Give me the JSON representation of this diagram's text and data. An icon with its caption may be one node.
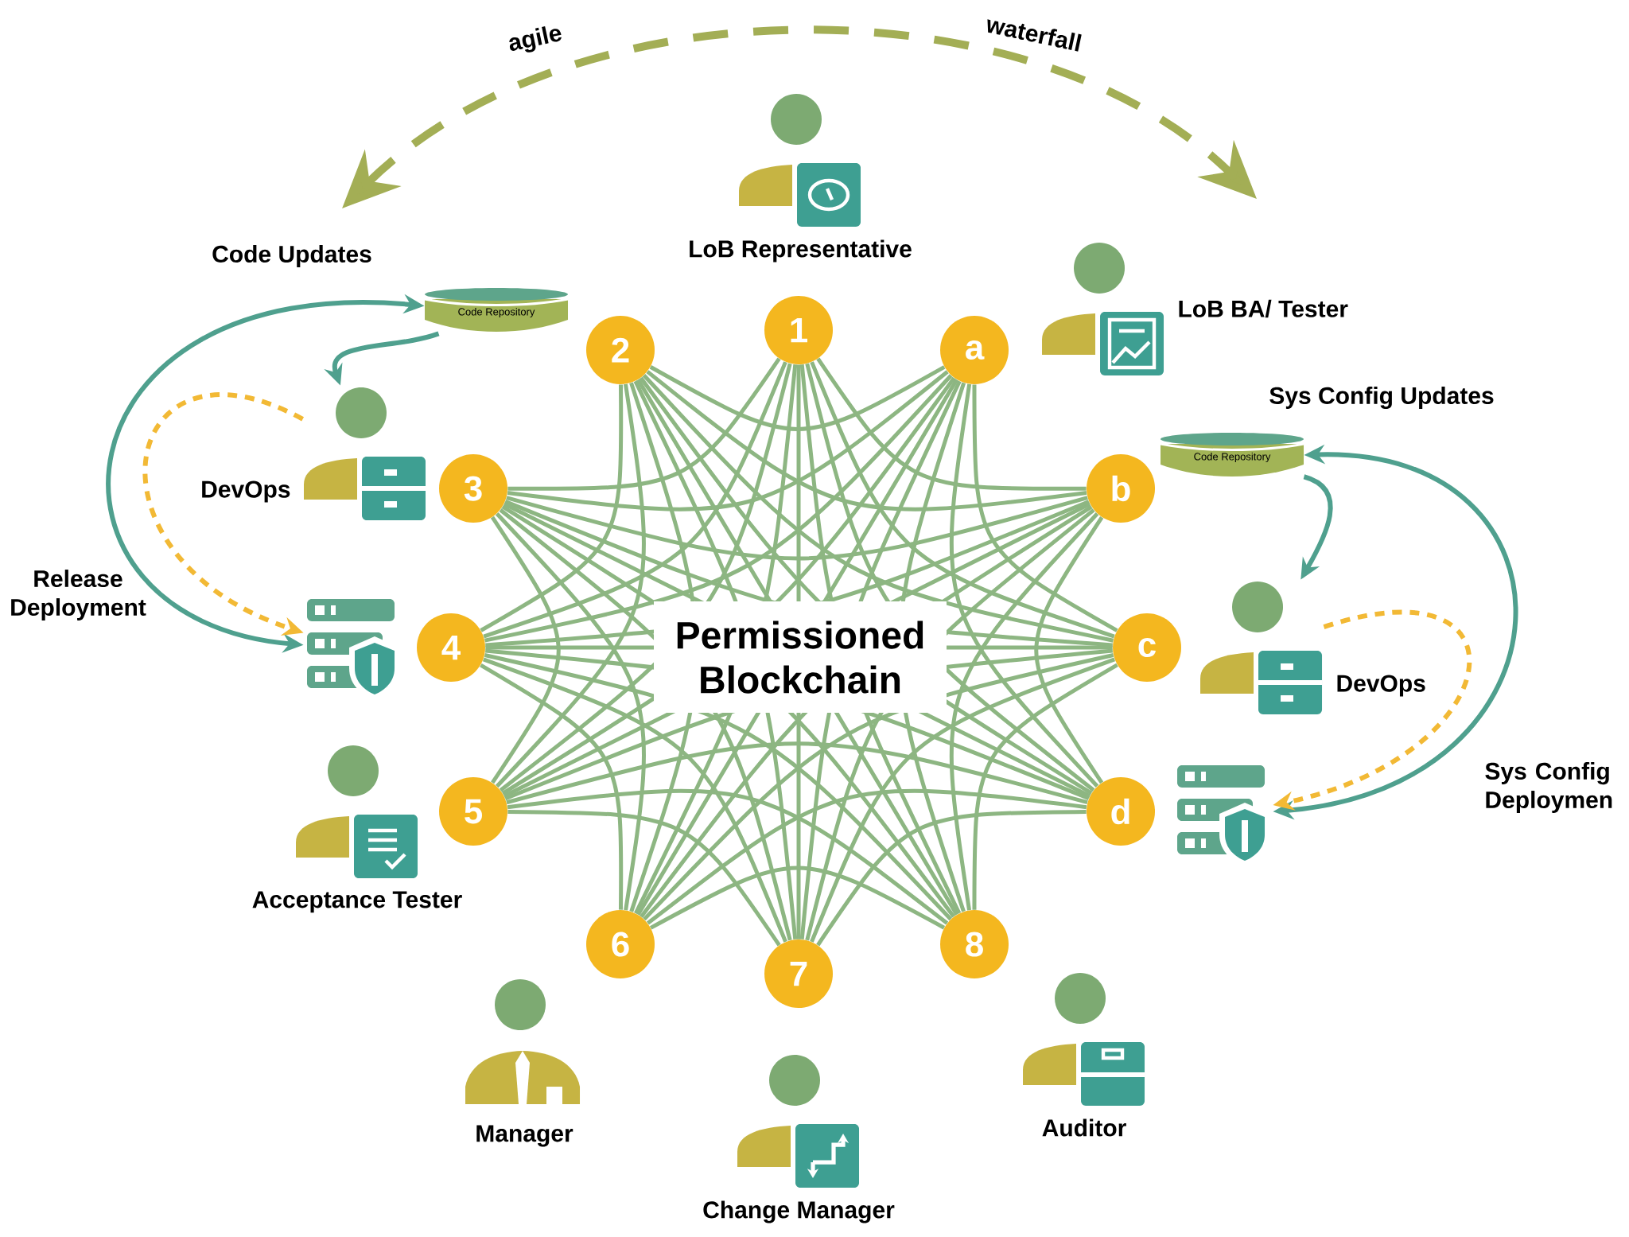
{
  "diagram": {
    "nodes": [
      {
        "text": [
          "LoB Representative"
        ]
      },
      {
        "text": [
          "LoB BA/ Tester"
        ]
      },
      {
        "text": [
          "Code Repository"
        ]
      },
      {
        "text": [
          "Code Repository"
        ]
      },
      {
        "text": [
          "DevOps"
        ]
      },
      {
        "text": [
          "DevOps"
        ]
      },
      {
        "text": [],
        "shape": "picture"
      },
      {
        "text": [],
        "shape": "picture"
      },
      {
        "text": [
          "Acceptance Tester"
        ]
      },
      {
        "text": [
          "Manager"
        ]
      },
      {
        "text": [
          "Change Manager"
        ]
      },
      {
        "text": [
          "Auditor"
        ]
      },
      {
        "text": [
          "1"
        ]
      },
      {
        "text": [
          "2"
        ]
      },
      {
        "text": [
          "a"
        ]
      },
      {
        "text": [
          "3"
        ]
      },
      {
        "text": [
          "b"
        ]
      },
      {
        "text": [
          "4"
        ]
      },
      {
        "text": [
          "c"
        ]
      },
      {
        "text": [
          "5"
        ]
      },
      {
        "text": [
          "d"
        ]
      },
      {
        "text": [
          "6"
        ]
      },
      {
        "text": [
          "7"
        ]
      },
      {
        "text": [
          "8"
        ]
      }
    ],
    "edges": [
      {
        "from": 6,
        "to": 2,
        "arrow": "both"
      },
      {
        "from": 2,
        "to": 4,
        "arrow": "to"
      },
      {
        "from": 4,
        "to": 6,
        "arrow": "to",
        "style": "dashed",
        "color": "#f2b935"
      },
      {
        "from": 3,
        "to": 7,
        "arrow": "both"
      },
      {
        "from": 3,
        "to": 5,
        "arrow": "to"
      },
      {
        "from": 5,
        "to": 7,
        "arrow": "to",
        "style": "dashed",
        "color": "#f2b935"
      },
      {
        "from": 12,
        "to": 16,
        "arrow": "none"
      },
      {
        "from": 12,
        "to": 18,
        "arrow": "none"
      },
      {
        "from": 12,
        "to": 20,
        "arrow": "none"
      },
      {
        "from": 12,
        "to": 23,
        "arrow": "none"
      },
      {
        "from": 12,
        "to": 22,
        "arrow": "none"
      },
      {
        "from": 12,
        "to": 21,
        "arrow": "none"
      },
      {
        "from": 12,
        "to": 19,
        "arrow": "none"
      },
      {
        "from": 12,
        "to": 17,
        "arrow": "none"
      },
      {
        "from": 12,
        "to": 15,
        "arrow": "none"
      },
      {
        "from": 14,
        "to": 18,
        "arrow": "none"
      },
      {
        "from": 14,
        "to": 20,
        "arrow": "none"
      },
      {
        "from": 14,
        "to": 23,
        "arrow": "none"
      },
      {
        "from": 14,
        "to": 22,
        "arrow": "none"
      },
      {
        "from": 14,
        "to": 21,
        "arrow": "none"
      },
      {
        "from": 14,
        "to": 19,
        "arrow": "none"
      },
      {
        "from": 14,
        "to": 17,
        "arrow": "none"
      },
      {
        "from": 14,
        "to": 15,
        "arrow": "none"
      },
      {
        "from": 14,
        "to": 13,
        "arrow": "none"
      },
      {
        "from": 16,
        "to": 20,
        "arrow": "none"
      },
      {
        "from": 16,
        "to": 23,
        "arrow": "none"
      },
      {
        "from": 16,
        "to": 22,
        "arrow": "none"
      },
      {
        "from": 16,
        "to": 21,
        "arrow": "none"
      },
      {
        "from": 16,
        "to": 19,
        "arrow": "none"
      },
      {
        "from": 16,
        "to": 17,
        "arrow": "none"
      },
      {
        "from": 16,
        "to": 15,
        "arrow": "none"
      },
      {
        "from": 16,
        "to": 13,
        "arrow": "none"
      },
      {
        "from": 18,
        "to": 23,
        "arrow": "none"
      },
      {
        "from": 18,
        "to": 22,
        "arrow": "none"
      },
      {
        "from": 18,
        "to": 21,
        "arrow": "none"
      },
      {
        "from": 18,
        "to": 19,
        "arrow": "none"
      },
      {
        "from": 18,
        "to": 17,
        "arrow": "none"
      },
      {
        "from": 18,
        "to": 15,
        "arrow": "none"
      },
      {
        "from": 18,
        "to": 13,
        "arrow": "none"
      },
      {
        "from": 20,
        "to": 22,
        "arrow": "none"
      },
      {
        "from": 20,
        "to": 21,
        "arrow": "none"
      },
      {
        "from": 20,
        "to": 19,
        "arrow": "none"
      },
      {
        "from": 20,
        "to": 17,
        "arrow": "none"
      },
      {
        "from": 20,
        "to": 15,
        "arrow": "none"
      },
      {
        "from": 20,
        "to": 13,
        "arrow": "none"
      },
      {
        "from": 23,
        "to": 21,
        "arrow": "none"
      },
      {
        "from": 23,
        "to": 19,
        "arrow": "none"
      },
      {
        "from": 23,
        "to": 17,
        "arrow": "none"
      },
      {
        "from": 23,
        "to": 15,
        "arrow": "none"
      },
      {
        "from": 23,
        "to": 13,
        "arrow": "none"
      },
      {
        "from": 22,
        "to": 19,
        "arrow": "none"
      },
      {
        "from": 22,
        "to": 17,
        "arrow": "none"
      },
      {
        "from": 22,
        "to": 15,
        "arrow": "none"
      },
      {
        "from": 22,
        "to": 13,
        "arrow": "none"
      },
      {
        "from": 21,
        "to": 17,
        "arrow": "none"
      },
      {
        "from": 21,
        "to": 15,
        "arrow": "none"
      },
      {
        "from": 21,
        "to": 13,
        "arrow": "none"
      },
      {
        "from": 19,
        "to": 15,
        "arrow": "none"
      },
      {
        "from": 19,
        "to": 13,
        "arrow": "none"
      },
      {
        "from": 17,
        "to": 13,
        "arrow": "none"
      }
    ],
    "labels": [
      "agile",
      "waterfall",
      "Code Updates",
      "Sys Config Updates",
      "Release Deployment",
      "Permissioned Blockchain",
      "Sys Config Deploymen"
    ]
  }
}
